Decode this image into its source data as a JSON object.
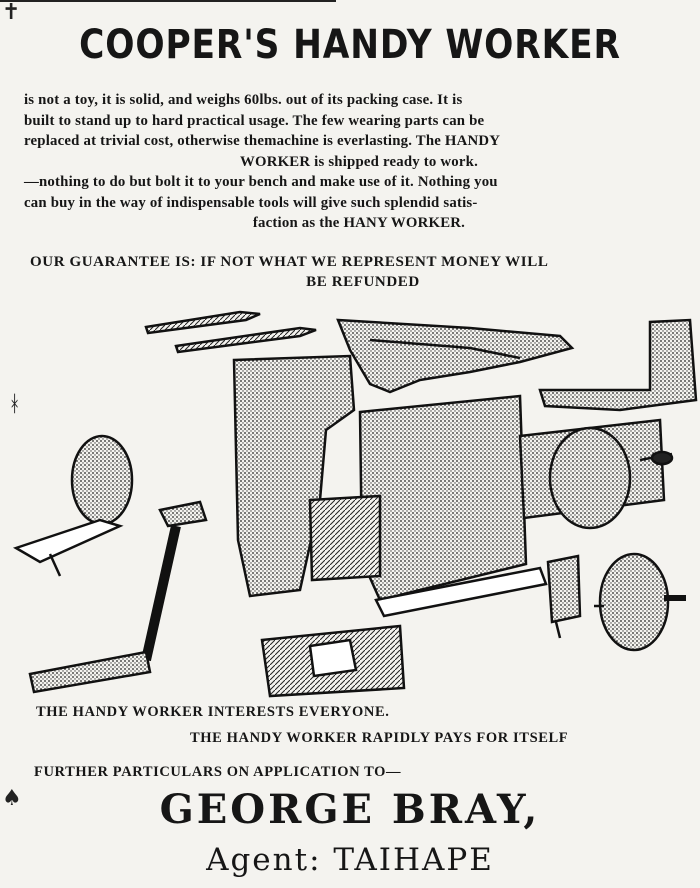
{
  "headline": "COOPER'S HANDY WORKER",
  "body_lines": [
    "is not a toy, it is solid, and weighs 60lbs. out of its packing case. It is",
    "built to stand up to hard practical usage. The few wearing parts can be",
    "replaced at trivial cost, otherwise themachine is everlasting. The HANDY",
    "WORKER is shipped ready to work.",
    "—nothing to do but bolt it to your bench and make use of it. Nothing you",
    "can buy in the way of indispensable tools will give such splendid satis-",
    "faction as the HANY WORKER."
  ],
  "guarantee_lines": [
    "OUR GUARANTEE IS: IF NOT WHAT WE REPRESENT MONEY WILL",
    "BE REFUNDED"
  ],
  "interests_line": "THE HANDY WORKER INTERESTS EVERYONE.",
  "pays_line": "THE HANDY WORKER RAPIDLY PAYS FOR ITSELF",
  "particulars_line": "FURTHER PARTICULARS ON APPLICATION TO—",
  "agent_name": "GEORGE BRAY,",
  "agent_line": "Agent: TAIHAPE"
}
